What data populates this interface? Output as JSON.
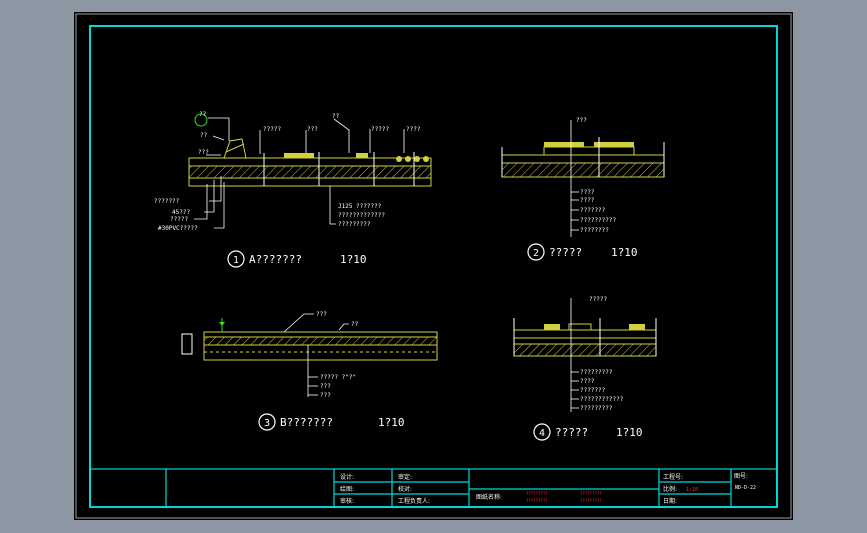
{
  "drawing": {
    "details": [
      {
        "num": "1",
        "title": "A???????",
        "scale": "1?10",
        "callouts_top": [
          "??",
          "??",
          "???",
          "?????",
          "???",
          "??",
          "?????",
          "????"
        ],
        "callouts_left": [
          "???????",
          "45???",
          "?????",
          "#30PVC?????"
        ],
        "callouts_right": [
          "J125 ???????",
          "?????????????",
          "?????????"
        ]
      },
      {
        "num": "2",
        "title": "?????",
        "scale": "1?10",
        "callouts_top": [
          "???"
        ],
        "callouts_right": [
          "????",
          "????",
          "???????",
          "??????????",
          "????????"
        ]
      },
      {
        "num": "3",
        "title": "B???????",
        "scale": "1?10",
        "callouts_top": [
          "???",
          "??"
        ],
        "callouts_right": [
          "????? ?\"?\"",
          "???",
          "???"
        ]
      },
      {
        "num": "4",
        "title": "?????",
        "scale": "1?10",
        "callouts_top": [
          "?????"
        ],
        "callouts_right": [
          "?????????",
          "????",
          "???????",
          "????????????",
          "?????????"
        ]
      }
    ],
    "title_block": {
      "labels": {
        "design": "设计:",
        "drawing": "绘图:",
        "review": "审核:",
        "check": "审定:",
        "proofread": "校对:",
        "project_lead": "工程负责人:",
        "drawing_name": "图纸名称:",
        "project_no": "工程号:",
        "scale": "比例:",
        "date": "日期:",
        "drawing_no": "图号:"
      },
      "drawing_names": [
        "?????????",
        "?????????",
        "?????????",
        "?????????"
      ],
      "scale_value": "1:10",
      "drawing_no_value": "ND-D-22"
    }
  }
}
